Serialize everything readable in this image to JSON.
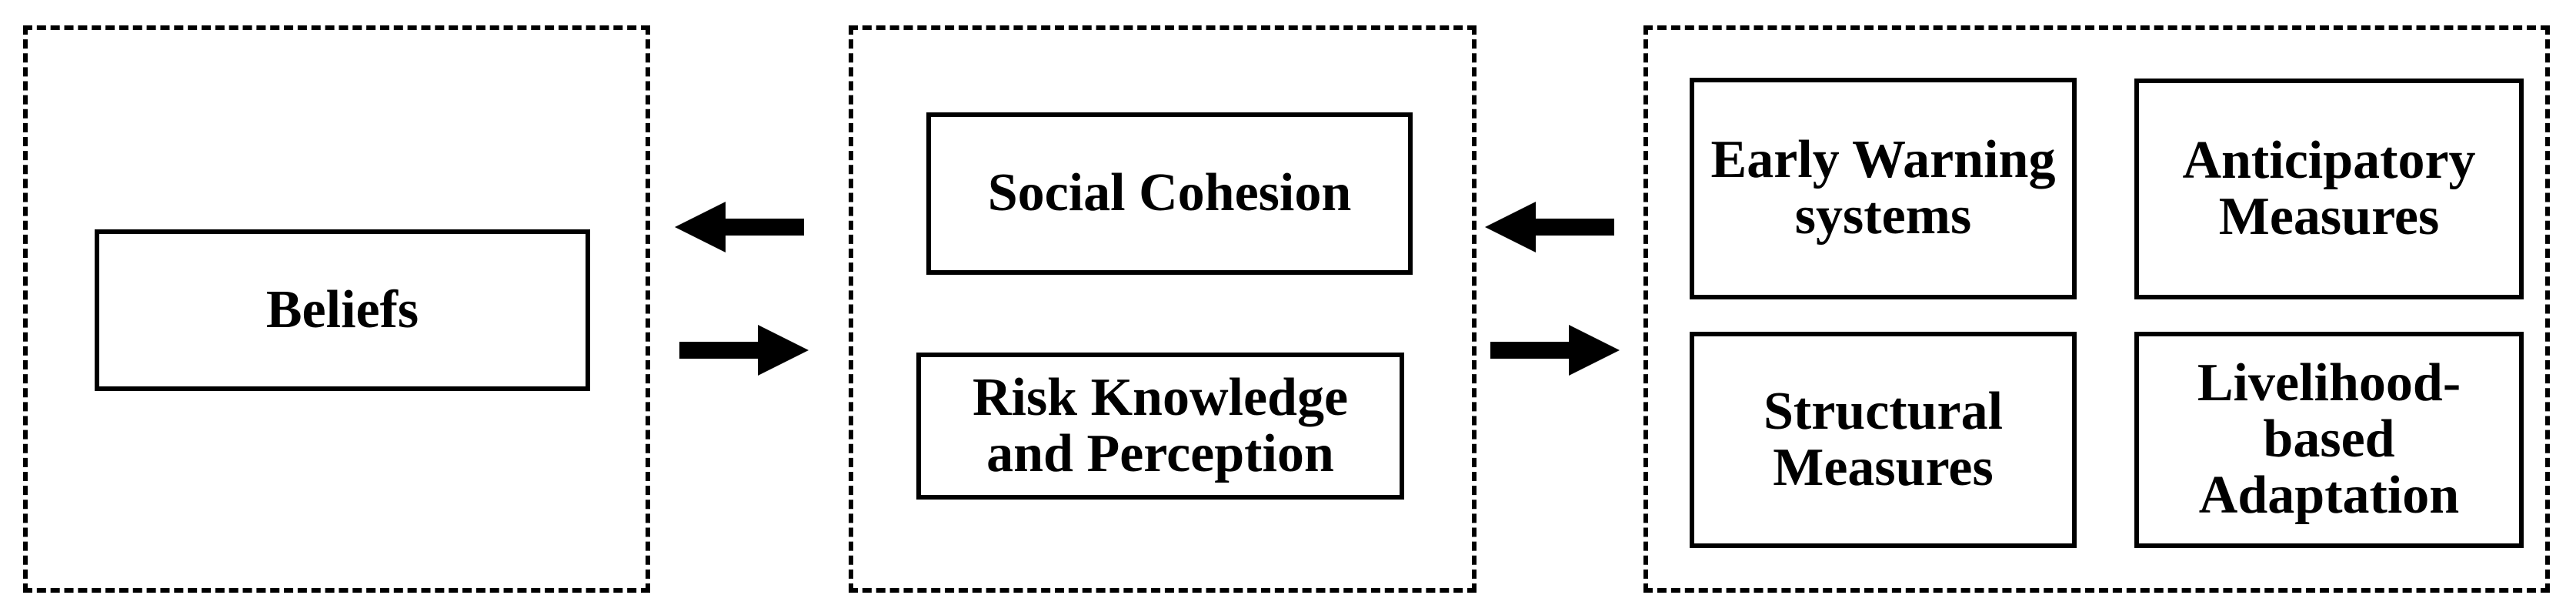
{
  "diagram": {
    "title": "Beliefs, risk cognition and adaptation measures framework",
    "colors": {
      "background": "#ffffff",
      "line": "#000000",
      "text": "#000000"
    },
    "panels": [
      {
        "id": "beliefs-panel",
        "border_style": "dashed",
        "boxes": [
          {
            "label": "Beliefs"
          }
        ]
      },
      {
        "id": "cognition-panel",
        "border_style": "dashed",
        "boxes": [
          {
            "label": "Social Cohesion"
          },
          {
            "label": "Risk Knowledge\nand Perception"
          }
        ]
      },
      {
        "id": "measures-panel",
        "border_style": "dashed",
        "boxes": [
          {
            "label": "Early Warning\nsystems"
          },
          {
            "label": "Anticipatory\nMeasures"
          },
          {
            "label": "Structural\nMeasures"
          },
          {
            "label": "Livelihood-\nbased\nAdaptation"
          }
        ]
      }
    ],
    "arrows": [
      {
        "between": "beliefs-panel and cognition-panel",
        "direction": "left",
        "position": "upper"
      },
      {
        "between": "beliefs-panel and cognition-panel",
        "direction": "right",
        "position": "lower"
      },
      {
        "between": "cognition-panel and measures-panel",
        "direction": "left",
        "position": "upper"
      },
      {
        "between": "cognition-panel and measures-panel",
        "direction": "right",
        "position": "lower"
      }
    ]
  }
}
